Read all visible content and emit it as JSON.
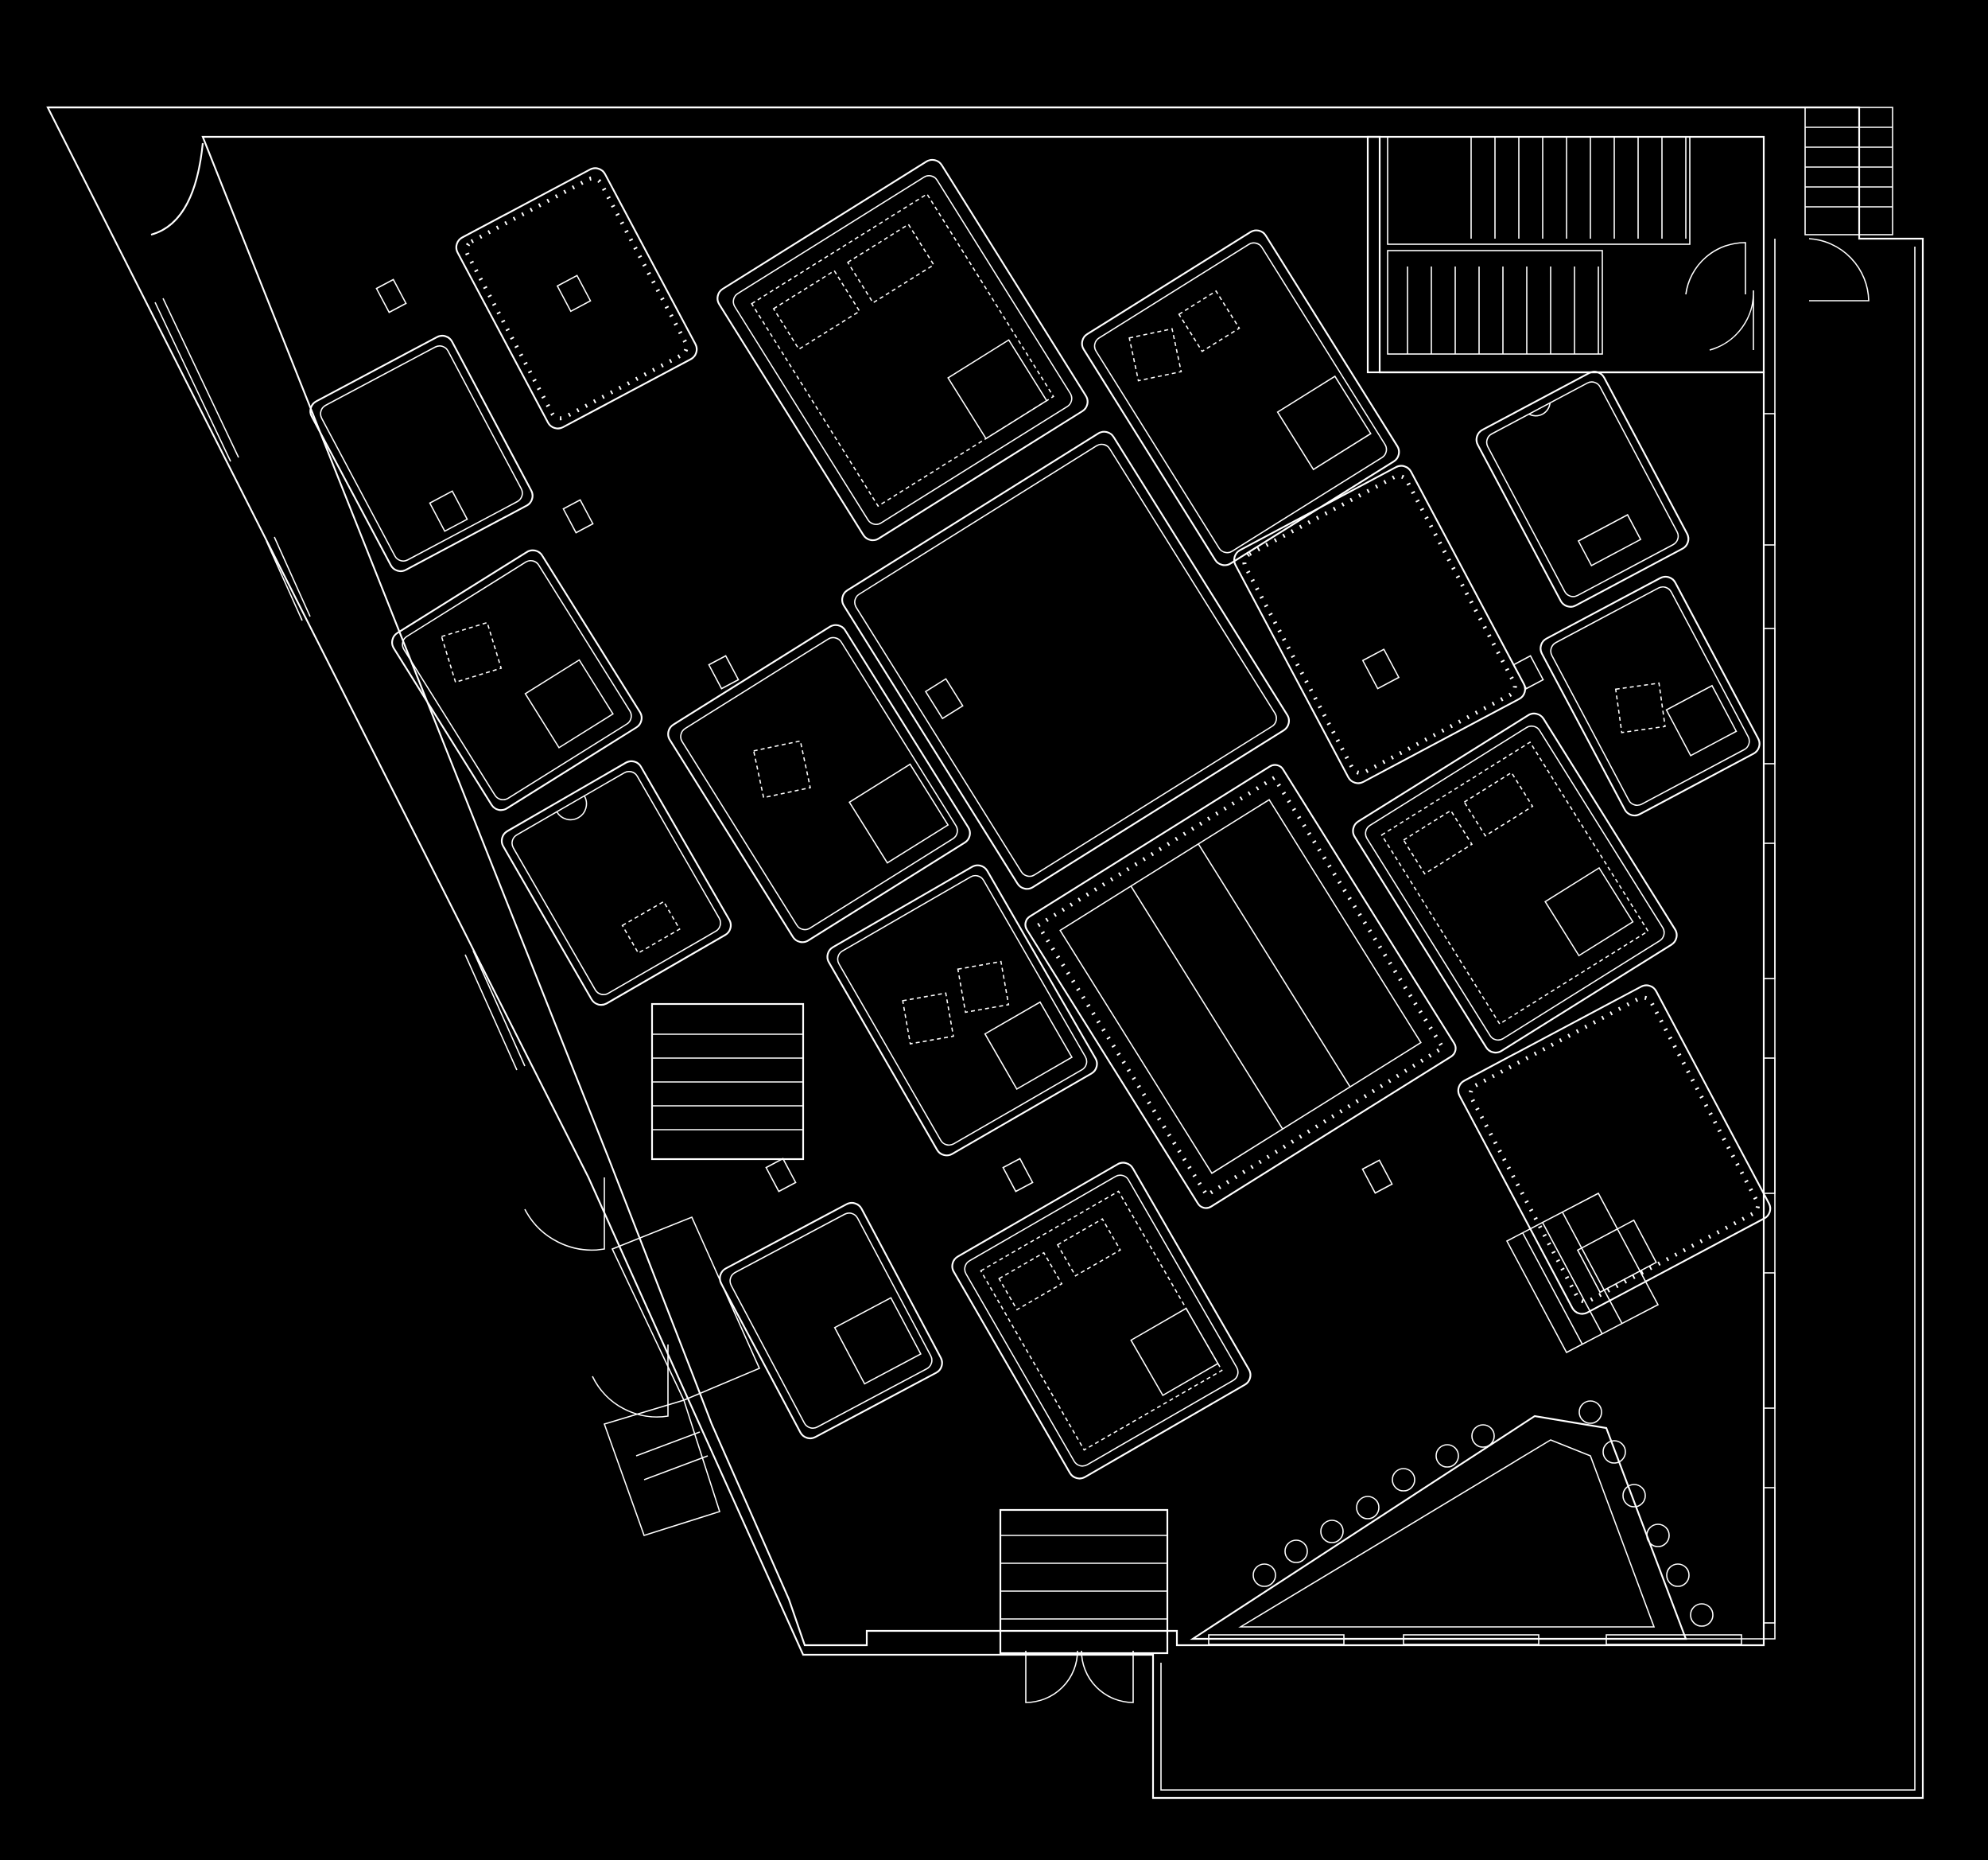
{
  "drawing": {
    "kind": "architectural floor plan",
    "background_color": "#000000",
    "line_color": "#ffffff",
    "labels": []
  },
  "legend": {
    "platform_styles": [
      "plain",
      "dotted-edge",
      "bed",
      "table-and-chairs",
      "cushions"
    ]
  }
}
